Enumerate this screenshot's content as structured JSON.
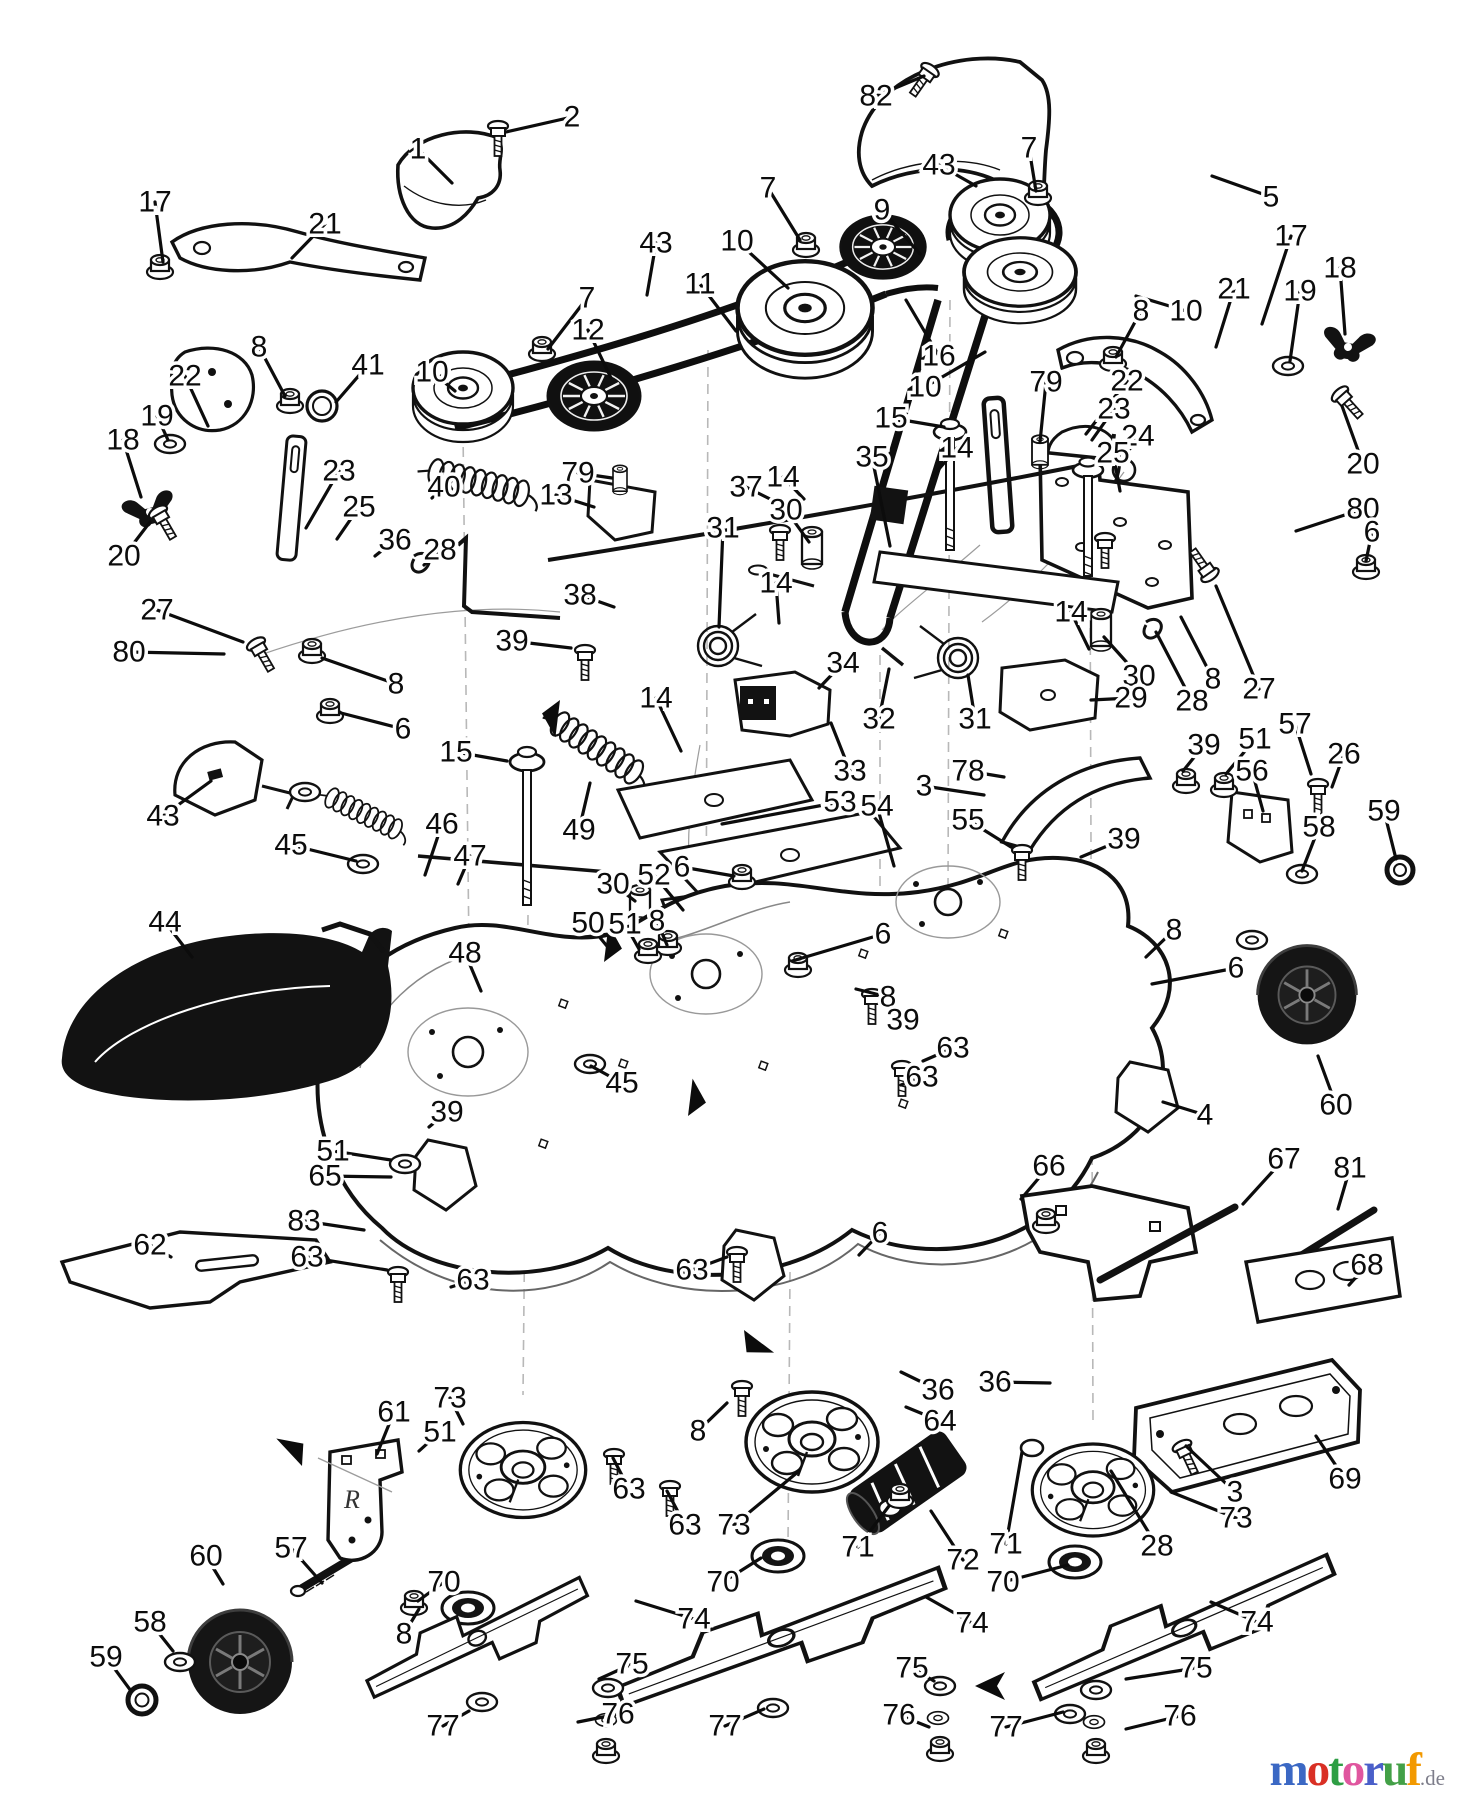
{
  "diagram": {
    "type": "exploded-parts-diagram",
    "subject": "mower deck assembly",
    "bracket_marking": "R",
    "colors": {
      "line": "#111111",
      "background": "#ffffff",
      "fill_black": "#121212"
    },
    "callouts": [
      [
        "17",
        155,
        202,
        163,
        262
      ],
      [
        "21",
        325,
        224,
        292,
        258
      ],
      [
        "1",
        418,
        149,
        452,
        183
      ],
      [
        "8",
        259,
        347,
        285,
        396
      ],
      [
        "22",
        185,
        376,
        208,
        426
      ],
      [
        "41",
        368,
        365,
        336,
        402
      ],
      [
        "10",
        432,
        372,
        455,
        391
      ],
      [
        "19",
        157,
        416,
        168,
        440
      ],
      [
        "18",
        123,
        440,
        141,
        497
      ],
      [
        "20",
        124,
        556,
        150,
        522
      ],
      [
        "23",
        339,
        471,
        306,
        528
      ],
      [
        "25",
        359,
        507,
        337,
        539
      ],
      [
        "36",
        395,
        540,
        375,
        556
      ],
      [
        "28",
        440,
        550,
        424,
        565
      ],
      [
        "27",
        157,
        610,
        243,
        642
      ],
      [
        "80",
        129,
        652,
        224,
        654
      ],
      [
        "8",
        396,
        684,
        322,
        658
      ],
      [
        "6",
        403,
        729,
        341,
        713
      ],
      [
        "43",
        163,
        816,
        211,
        781
      ],
      [
        "44",
        165,
        922,
        192,
        957
      ],
      [
        "2",
        572,
        117,
        506,
        132
      ],
      [
        "82",
        876,
        96,
        924,
        76
      ],
      [
        "43",
        939,
        165,
        976,
        186
      ],
      [
        "7",
        768,
        188,
        800,
        240
      ],
      [
        "9",
        882,
        210,
        920,
        254
      ],
      [
        "10",
        737,
        241,
        788,
        288
      ],
      [
        "43",
        656,
        243,
        647,
        295
      ],
      [
        "11",
        700,
        284,
        736,
        331
      ],
      [
        "7",
        587,
        298,
        548,
        349
      ],
      [
        "12",
        588,
        330,
        611,
        378
      ],
      [
        "16",
        939,
        356,
        906,
        300
      ],
      [
        "10",
        925,
        387,
        985,
        352
      ],
      [
        "15",
        891,
        418,
        944,
        427
      ],
      [
        "14",
        957,
        448,
        933,
        476
      ],
      [
        "7",
        1029,
        148,
        1036,
        191
      ],
      [
        "5",
        1271,
        197,
        1212,
        176
      ],
      [
        "17",
        1291,
        236,
        1262,
        324
      ],
      [
        "18",
        1340,
        268,
        1345,
        334
      ],
      [
        "21",
        1234,
        289,
        1216,
        347
      ],
      [
        "19",
        1300,
        291,
        1290,
        361
      ],
      [
        "8",
        1141,
        311,
        1116,
        357
      ],
      [
        "10",
        1186,
        311,
        1136,
        296
      ],
      [
        "79",
        1046,
        382,
        1040,
        442
      ],
      [
        "22",
        1127,
        381,
        1086,
        434
      ],
      [
        "23",
        1114,
        409,
        1092,
        440
      ],
      [
        "24",
        1138,
        436,
        1124,
        458
      ],
      [
        "25",
        1113,
        453,
        1120,
        491
      ],
      [
        "20",
        1363,
        464,
        1342,
        406
      ],
      [
        "80",
        1363,
        509,
        1296,
        531
      ],
      [
        "6",
        1372,
        532,
        1366,
        561
      ],
      [
        "40",
        444,
        487,
        432,
        498
      ],
      [
        "79",
        578,
        473,
        612,
        478
      ],
      [
        "13",
        556,
        495,
        594,
        507
      ],
      [
        "37",
        746,
        487,
        784,
        506
      ],
      [
        "14",
        783,
        477,
        804,
        499
      ],
      [
        "30",
        786,
        510,
        809,
        542
      ],
      [
        "31",
        723,
        528,
        719,
        627
      ],
      [
        "35",
        872,
        457,
        890,
        546
      ],
      [
        "38",
        580,
        595,
        614,
        607
      ],
      [
        "39",
        512,
        641,
        571,
        648
      ],
      [
        "34",
        843,
        663,
        819,
        688
      ],
      [
        "32",
        879,
        719,
        889,
        669
      ],
      [
        "31",
        975,
        719,
        968,
        675
      ],
      [
        "14",
        776,
        583,
        779,
        623
      ],
      [
        "14",
        656,
        698,
        681,
        751
      ],
      [
        "33",
        850,
        771,
        831,
        723
      ],
      [
        "15",
        456,
        752,
        507,
        761
      ],
      [
        "49",
        579,
        830,
        590,
        783
      ],
      [
        "53",
        840,
        802,
        722,
        824
      ],
      [
        "54",
        877,
        806,
        894,
        866
      ],
      [
        "3",
        924,
        786,
        984,
        795
      ],
      [
        "78",
        968,
        771,
        1004,
        777
      ],
      [
        "55",
        968,
        820,
        1011,
        847
      ],
      [
        "52",
        654,
        875,
        683,
        910
      ],
      [
        "30",
        613,
        884,
        635,
        901
      ],
      [
        "6",
        682,
        867,
        734,
        876
      ],
      [
        "45",
        291,
        845,
        356,
        861
      ],
      [
        "46",
        442,
        824,
        425,
        875
      ],
      [
        "47",
        470,
        856,
        458,
        884
      ],
      [
        "48",
        465,
        953,
        481,
        991
      ],
      [
        "14",
        1071,
        612,
        1089,
        649
      ],
      [
        "30",
        1139,
        676,
        1104,
        637
      ],
      [
        "8",
        1213,
        679,
        1181,
        617
      ],
      [
        "27",
        1259,
        689,
        1216,
        586
      ],
      [
        "28",
        1192,
        701,
        1156,
        632
      ],
      [
        "29",
        1131,
        698,
        1091,
        700
      ],
      [
        "39",
        1204,
        745,
        1183,
        771
      ],
      [
        "51",
        1255,
        739,
        1226,
        774
      ],
      [
        "57",
        1295,
        724,
        1311,
        774
      ],
      [
        "26",
        1344,
        754,
        1332,
        787
      ],
      [
        "56",
        1252,
        771,
        1263,
        811
      ],
      [
        "58",
        1319,
        827,
        1302,
        871
      ],
      [
        "59",
        1384,
        811,
        1396,
        859
      ],
      [
        "39",
        1124,
        839,
        1081,
        857
      ],
      [
        "50",
        588,
        923,
        611,
        951
      ],
      [
        "51",
        625,
        924,
        639,
        949
      ],
      [
        "8",
        657,
        921,
        667,
        945
      ],
      [
        "6",
        883,
        934,
        792,
        961
      ],
      [
        "8",
        888,
        997,
        856,
        989
      ],
      [
        "39",
        903,
        1020,
        879,
        1003
      ],
      [
        "63",
        953,
        1048,
        923,
        1061
      ],
      [
        "63",
        922,
        1077,
        901,
        1085
      ],
      [
        "45",
        622,
        1083,
        591,
        1066
      ],
      [
        "63",
        692,
        1270,
        727,
        1257
      ],
      [
        "6",
        880,
        1233,
        859,
        1255
      ],
      [
        "39",
        447,
        1112,
        429,
        1127
      ],
      [
        "51",
        333,
        1151,
        391,
        1160
      ],
      [
        "65",
        325,
        1176,
        391,
        1177
      ],
      [
        "83",
        304,
        1221,
        364,
        1230
      ],
      [
        "62",
        150,
        1245,
        171,
        1257
      ],
      [
        "63",
        307,
        1257,
        387,
        1270
      ],
      [
        "63",
        473,
        1280,
        451,
        1287
      ],
      [
        "8",
        1174,
        930,
        1146,
        957
      ],
      [
        "6",
        1236,
        968,
        1152,
        984
      ],
      [
        "60",
        1336,
        1105,
        1318,
        1056
      ],
      [
        "4",
        1205,
        1115,
        1163,
        1102
      ],
      [
        "66",
        1049,
        1166,
        1021,
        1199
      ],
      [
        "67",
        1284,
        1159,
        1243,
        1204
      ],
      [
        "81",
        1350,
        1168,
        1338,
        1209
      ],
      [
        "68",
        1367,
        1265,
        1349,
        1285
      ],
      [
        "61",
        394,
        1412,
        377,
        1454
      ],
      [
        "73",
        450,
        1398,
        463,
        1424
      ],
      [
        "51",
        440,
        1432,
        419,
        1451
      ],
      [
        "57",
        291,
        1548,
        322,
        1583
      ],
      [
        "60",
        206,
        1556,
        223,
        1584
      ],
      [
        "70",
        444,
        1582,
        418,
        1601
      ],
      [
        "8",
        404,
        1634,
        419,
        1609
      ],
      [
        "58",
        150,
        1622,
        173,
        1651
      ],
      [
        "59",
        106,
        1657,
        131,
        1691
      ],
      [
        "77",
        443,
        1726,
        469,
        1711
      ],
      [
        "8",
        698,
        1431,
        727,
        1403
      ],
      [
        "63",
        629,
        1489,
        613,
        1458
      ],
      [
        "63",
        685,
        1525,
        667,
        1491
      ],
      [
        "73",
        734,
        1525,
        799,
        1471
      ],
      [
        "36",
        938,
        1390,
        901,
        1372
      ],
      [
        "64",
        940,
        1421,
        906,
        1407
      ],
      [
        "71",
        858,
        1547,
        889,
        1506
      ],
      [
        "72",
        963,
        1560,
        931,
        1511
      ],
      [
        "70",
        723,
        1582,
        761,
        1558
      ],
      [
        "74",
        694,
        1619,
        636,
        1601
      ],
      [
        "74",
        972,
        1623,
        926,
        1597
      ],
      [
        "75",
        632,
        1664,
        599,
        1679
      ],
      [
        "75",
        912,
        1668,
        934,
        1681
      ],
      [
        "76",
        618,
        1714,
        578,
        1722
      ],
      [
        "76",
        899,
        1715,
        929,
        1727
      ],
      [
        "77",
        725,
        1726,
        764,
        1709
      ],
      [
        "36",
        995,
        1382,
        1050,
        1383
      ],
      [
        "69",
        1345,
        1479,
        1316,
        1436
      ],
      [
        "3",
        1235,
        1492,
        1186,
        1446
      ],
      [
        "73",
        1236,
        1518,
        1171,
        1492
      ],
      [
        "71",
        1006,
        1544,
        1022,
        1452
      ],
      [
        "28",
        1157,
        1546,
        1111,
        1471
      ],
      [
        "70",
        1003,
        1582,
        1068,
        1565
      ],
      [
        "74",
        1257,
        1622,
        1211,
        1602
      ],
      [
        "75",
        1196,
        1668,
        1126,
        1679
      ],
      [
        "76",
        1180,
        1716,
        1126,
        1729
      ],
      [
        "77",
        1006,
        1727,
        1063,
        1712
      ]
    ]
  },
  "watermark": {
    "letters": [
      [
        "m",
        "#3b68c4"
      ],
      [
        "o",
        "#d93025"
      ],
      [
        "t",
        "#2e9e44"
      ],
      [
        "o",
        "#e0569f"
      ],
      [
        "r",
        "#4a5fc9"
      ],
      [
        "u",
        "#43a047"
      ],
      [
        "f",
        "#f29900"
      ]
    ],
    "suffix": ".de",
    "suffix_color": "#7d7d8a"
  }
}
